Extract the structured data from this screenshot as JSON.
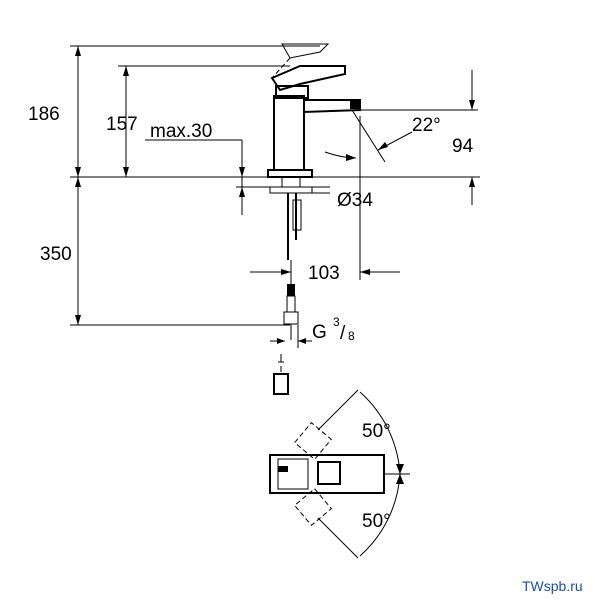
{
  "dimensions": {
    "total_height": "186",
    "spout_height": "157",
    "max_deck": "max.30",
    "spout_angle": "22°",
    "spout_reach_height": "94",
    "hole_diameter": "Ø34",
    "hose_length": "350",
    "reach": "103",
    "thread_prefix": "G",
    "thread_num": "3",
    "thread_den": "8",
    "rotation_top": "50°",
    "rotation_bottom": "50°"
  },
  "watermark": "TWspb.ru"
}
